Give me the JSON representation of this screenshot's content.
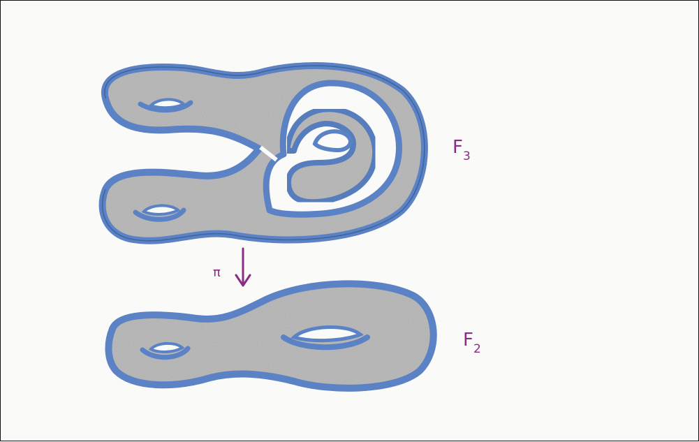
{
  "labels": {
    "top_surface": "F",
    "top_subscript": "3",
    "bottom_surface": "F",
    "bottom_subscript": "2",
    "map_symbol": "π"
  },
  "colors": {
    "outline_blue": "#5a82c4",
    "fill_gray": "#c2c2c2",
    "label_purple": "#8a2b86",
    "paper": "#fafaf8"
  }
}
